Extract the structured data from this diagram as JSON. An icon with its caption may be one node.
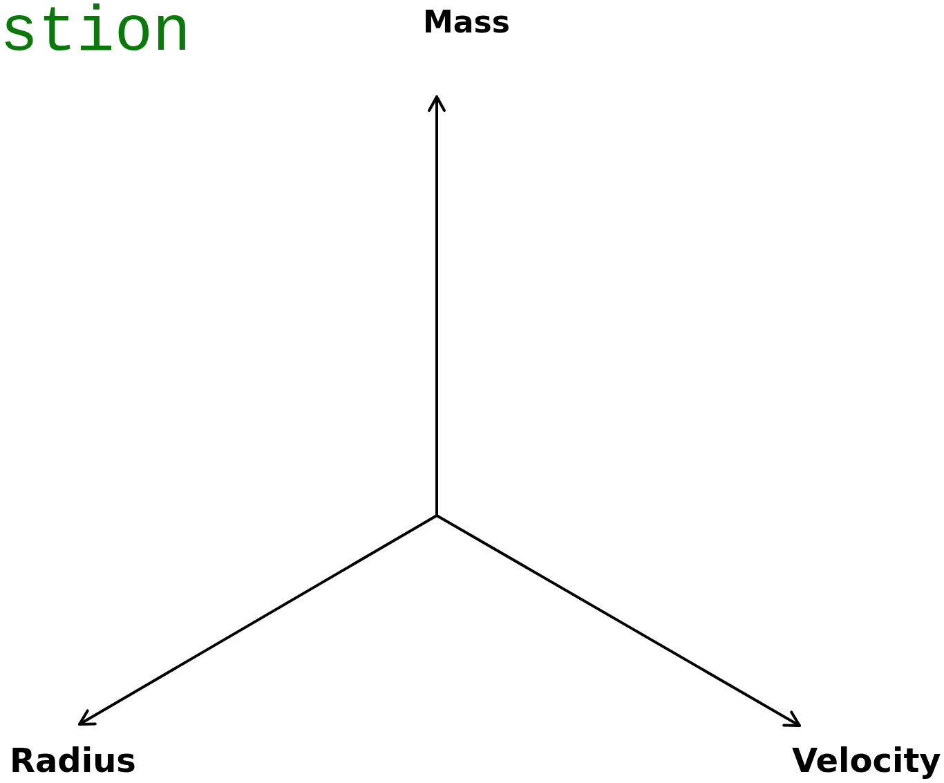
{
  "diagram": {
    "title": "stion",
    "labels": [
      "Mass",
      "Radius",
      "Velocity"
    ]
  }
}
